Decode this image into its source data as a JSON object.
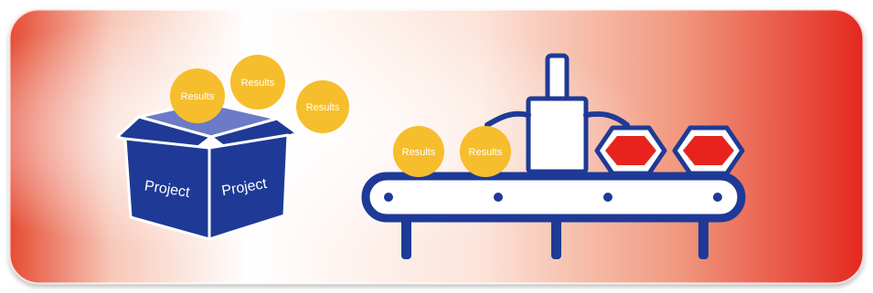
{
  "box": {
    "front_label": "Project",
    "side_label": "Project"
  },
  "results_label": "Results",
  "colors": {
    "navy": "#1E3A96",
    "gold": "#F6BE2C",
    "red": "#E8231D",
    "white": "#FFFFFF"
  }
}
